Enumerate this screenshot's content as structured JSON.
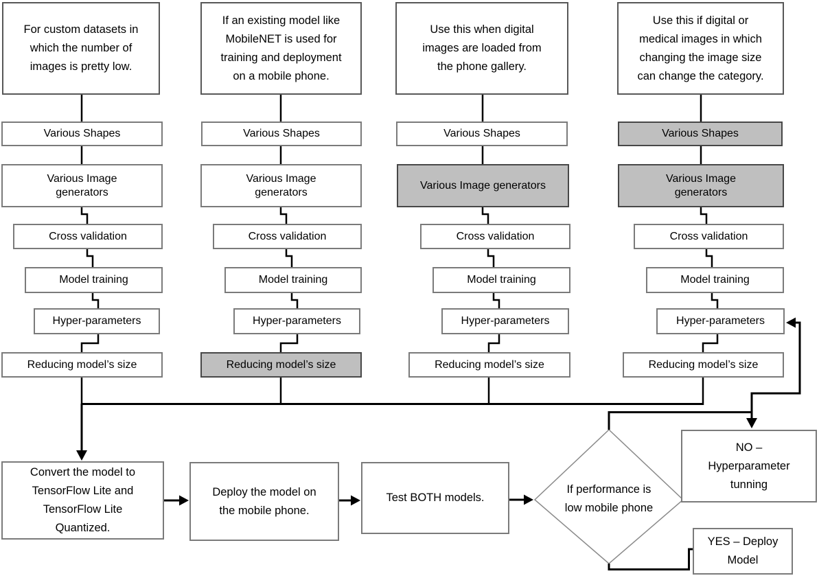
{
  "colors": {
    "shaded_fill": "#bfbfbf",
    "white_fill": "#ffffff",
    "step_border": "#7a7a7a",
    "desc_border": "#575757",
    "connector": "#000000",
    "text": "#000000"
  },
  "columns": [
    {
      "description": "For custom datasets in\nwhich the number of\nimages is pretty low.",
      "steps": [
        {
          "label": "Various Shapes",
          "shaded": false
        },
        {
          "label": "Various Image\ngenerators",
          "shaded": false
        },
        {
          "label": "Cross validation",
          "shaded": false
        },
        {
          "label": "Model training",
          "shaded": false
        },
        {
          "label": "Hyper-parameters",
          "shaded": false
        },
        {
          "label": "Reducing model’s size",
          "shaded": false
        }
      ]
    },
    {
      "description": "If an existing model like\nMobileNET is used for\ntraining and deployment\non a mobile phone.",
      "steps": [
        {
          "label": "Various Shapes",
          "shaded": false
        },
        {
          "label": "Various Image\ngenerators",
          "shaded": false
        },
        {
          "label": "Cross validation",
          "shaded": false
        },
        {
          "label": "Model training",
          "shaded": false
        },
        {
          "label": "Hyper-parameters",
          "shaded": false
        },
        {
          "label": "Reducing model’s size",
          "shaded": true
        }
      ]
    },
    {
      "description": "Use this when digital\nimages are loaded from\nthe phone gallery.",
      "steps": [
        {
          "label": "Various Shapes",
          "shaded": false
        },
        {
          "label": "Various Image generators",
          "shaded": true
        },
        {
          "label": "Cross validation",
          "shaded": false
        },
        {
          "label": "Model training",
          "shaded": false
        },
        {
          "label": "Hyper-parameters",
          "shaded": false
        },
        {
          "label": "Reducing model’s size",
          "shaded": false
        }
      ]
    },
    {
      "description": "Use this if digital or\nmedical images in which\nchanging the image size\ncan change the category.",
      "steps": [
        {
          "label": "Various Shapes",
          "shaded": true
        },
        {
          "label": "Various Image\ngenerators",
          "shaded": true
        },
        {
          "label": "Cross validation",
          "shaded": false
        },
        {
          "label": "Model training",
          "shaded": false
        },
        {
          "label": "Hyper-parameters",
          "shaded": false
        },
        {
          "label": "Reducing model’s size",
          "shaded": false
        }
      ]
    }
  ],
  "bottom_flow": {
    "convert": "Convert the model to\nTensorFlow Lite and\nTensorFlow Lite\nQuantized.",
    "deploy": "Deploy the model on\nthe mobile phone.",
    "test": "Test BOTH models.",
    "decision": "If performance is\nlow mobile phone",
    "no_branch": "NO –\nHyperparameter\ntunning",
    "yes_branch": "YES – Deploy\nModel"
  }
}
